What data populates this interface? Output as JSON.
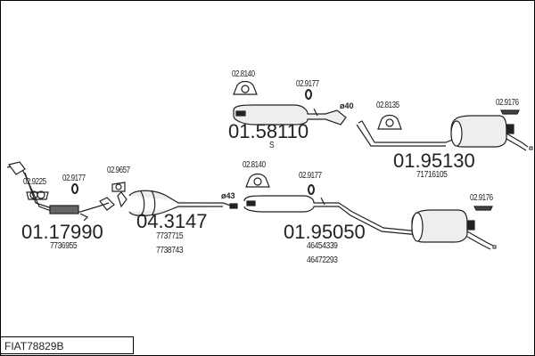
{
  "diagram_code": "FIAT78829B",
  "groups": [
    {
      "part": "01.17990",
      "refs": [
        "7736955"
      ],
      "fittings": [
        "02.9225",
        "02.9177"
      ]
    },
    {
      "part": "04.3147",
      "refs": [
        "7737715",
        "7738743"
      ],
      "fittings": [
        "02.9657"
      ],
      "diameter": "ø43"
    },
    {
      "part": "01.58110",
      "refs": [
        "S"
      ],
      "fittings": [
        "02.8140",
        "02.9177"
      ],
      "diameter": "ø40"
    },
    {
      "part": "01.95130",
      "refs": [
        "71716105"
      ],
      "fittings": [
        "02.8135",
        "02.9176"
      ]
    },
    {
      "part": "01.95050",
      "refs": [
        "46454339",
        "46472293"
      ],
      "fittings": [
        "02.8140",
        "02.9177",
        "02.9176"
      ]
    }
  ]
}
